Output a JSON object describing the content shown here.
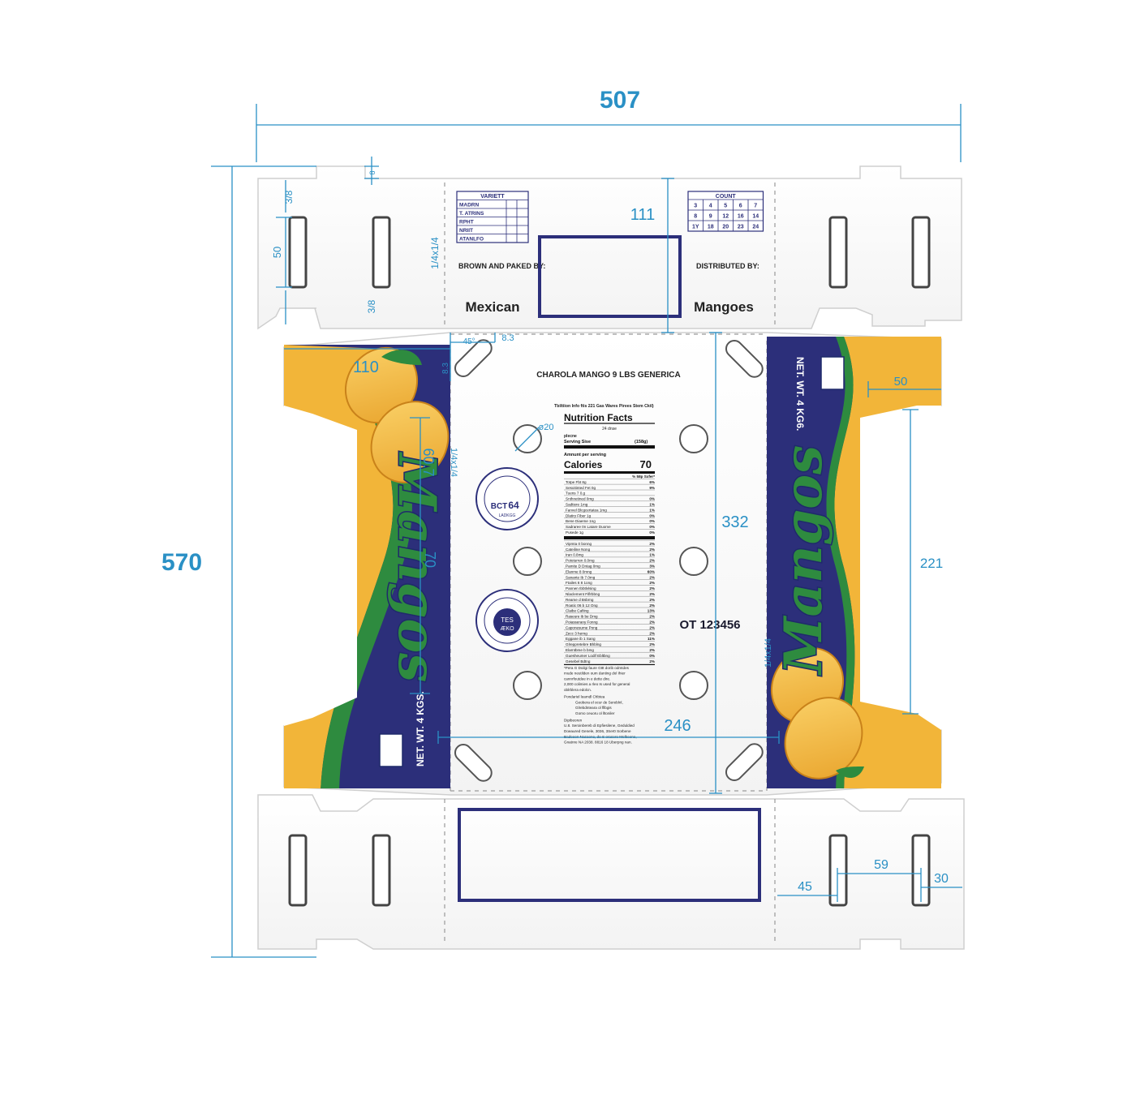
{
  "dimensions": {
    "overall_width": "507",
    "overall_height": "570",
    "top_tab_height": "8",
    "flap_small_top": "3/8",
    "slot_height": "50",
    "flap_small_bottom": "3/8",
    "perforation": "1/4x1/4",
    "lid_depth": "111",
    "corner_angle": "45°",
    "corner_size": "8.3",
    "corner_side": "8.3",
    "side_flap": "110",
    "hole_diameter": "ø20",
    "side_perforation": "1/4x1/4",
    "side_perforation_right": "1/4x1/4",
    "panel_height": "332",
    "panel_width": "246",
    "side_flap_left_a": "60.7",
    "side_flap_left_b": "70",
    "right_tab": "50",
    "right_side": "221",
    "slot_offset": "45",
    "slot_spacing": "59",
    "slot_edge": "30"
  },
  "box": {
    "variety_table": {
      "header": "VARIETT",
      "rows": [
        "MADRN",
        "T. ATRINS",
        "RPHT",
        "NRIIT",
        "ATANLFO"
      ]
    },
    "count_table": {
      "header": "COUNT",
      "rows": [
        [
          "3",
          "4",
          "5",
          "6",
          "7"
        ],
        [
          "8",
          "9",
          "12",
          "16",
          "14"
        ],
        [
          "1Y",
          "18",
          "20",
          "23",
          "24"
        ]
      ]
    },
    "grown_label": "BROWN AND PAKED BY:",
    "distributed_label": "DISTRIBUTED BY:",
    "origin_word": "Mexican",
    "product_word": "Mangoes",
    "header_line": "CHAROLA MANGO 9 LBS GENERICA",
    "brand_left": "Mangos",
    "brand_right": "Mangos",
    "net_wt_left": "NET. WT. 4 KGS.",
    "net_wt_right": "NET. WT. 4 KG6.",
    "lot_code": "OT 123456",
    "stamp1_code": "BCT",
    "stamp1_num": "64",
    "stamp1_sub": "LADKGG",
    "stamp2_line1": "TES",
    "stamp2_line2": "ÆKO"
  },
  "nutrition": {
    "intro": "Tbiltiion Info ftis 221 Gas Wares Pirees Stem Cktl)",
    "title": "Nutrition Facts",
    "servings": "24 dnse",
    "serving_pre": "plecne",
    "serving_label": "Serving Sise",
    "serving_value": "(158g)",
    "amount_label": "Amnunt per serving",
    "calories_label": "Calories",
    "calories_value": "70",
    "dv_header": "% 58p Sxfer*",
    "rows1": [
      {
        "label": "Totpe Fbt 8g",
        "pct": "6%"
      },
      {
        "label": "Sesoitinted Fet 0g",
        "pct": "9%"
      },
      {
        "label": "Tuens 7 0.g",
        "pct": ""
      },
      {
        "label": "Snthnetined 0mg",
        "pct": "0%"
      },
      {
        "label": "Sadtiere 1mg",
        "pct": "1%"
      },
      {
        "label": "Fanvel Blcgcertatea 1mg",
        "pct": "1%"
      },
      {
        "label": "Dlatiry Fiber 1g",
        "pct": "0%"
      },
      {
        "label": "Bene Diaeme 1ng",
        "pct": "0%"
      },
      {
        "label": "Sadraree 0n Latare Duome",
        "pct": "0%"
      },
      {
        "label": "Pusede 1g",
        "pct": "0%"
      }
    ],
    "rows2": [
      {
        "label": "Vipmta 0 bonng",
        "pct": "2%"
      },
      {
        "label": "Cateiline Nong",
        "pct": "2%"
      },
      {
        "label": "Iran 0.8mg",
        "pct": "1%"
      },
      {
        "label": "Pototurren 0.0mg",
        "pct": "2%"
      },
      {
        "label": "Pamite D Dntag 0mg",
        "pct": "3%"
      },
      {
        "label": "Elanme 8 0mng",
        "pct": "60%"
      },
      {
        "label": "Sanante Ib 7.0mg",
        "pct": "2%"
      },
      {
        "label": "Ftailes 6 8 1ong",
        "pct": "2%"
      },
      {
        "label": "Pannen Ibbtlvlsing",
        "pct": "2%"
      },
      {
        "label": "Nlaclement Fiflrbbng",
        "pct": "2%"
      },
      {
        "label": "Reame d Bsbrng",
        "pct": "2%"
      },
      {
        "label": "Roatic 06 b 12 Ong",
        "pct": "2%"
      },
      {
        "label": "Claibe Cafiing",
        "pct": "13%"
      },
      {
        "label": "Raseure ib be Dmg",
        "pct": "2%"
      },
      {
        "label": "Poiasserany Fonng",
        "pct": "2%"
      },
      {
        "label": "Caponesume Pong",
        "pct": "2%"
      },
      {
        "label": "Zecc 3 herng",
        "pct": "2%"
      },
      {
        "label": "Eggane ib 1 Sang",
        "pct": "11%"
      },
      {
        "label": "Glreppretebre Bhblng",
        "pct": "2%"
      },
      {
        "label": "Elarntbme b bmg",
        "pct": "2%"
      },
      {
        "label": "Guesheumer Lodif Ebltbng",
        "pct": "0%"
      },
      {
        "label": "Gesebel Bdtng",
        "pct": "2%"
      }
    ],
    "footnotes": [
      "*Pera G Doilgi faure G8t dorib odmtdes",
      "mude neutilden oum danting dol Ihier",
      "cannrfoutdee in e dette dire.",
      "2,000 colimies a rleo Is used for general",
      "oblrblera edolcn.",
      "Pondariel leamdl Chbtea",
      "Geobera el ocur de Sereblnl,",
      "Glrebdnteara ol fllbgis",
      "Gomo ceuoru ol lltoniler",
      "Dipibeoren",
      "U.8. Seroinbereb di Epfiesilene, Geduldied",
      "Doeaured Genele, 3036, 3Ser0 Sorbene",
      "Badoeen Nasaone, de S orasere Melbeene,",
      "Gnatnre NA 2038. 8816 18 Uberpng nan."
    ]
  }
}
